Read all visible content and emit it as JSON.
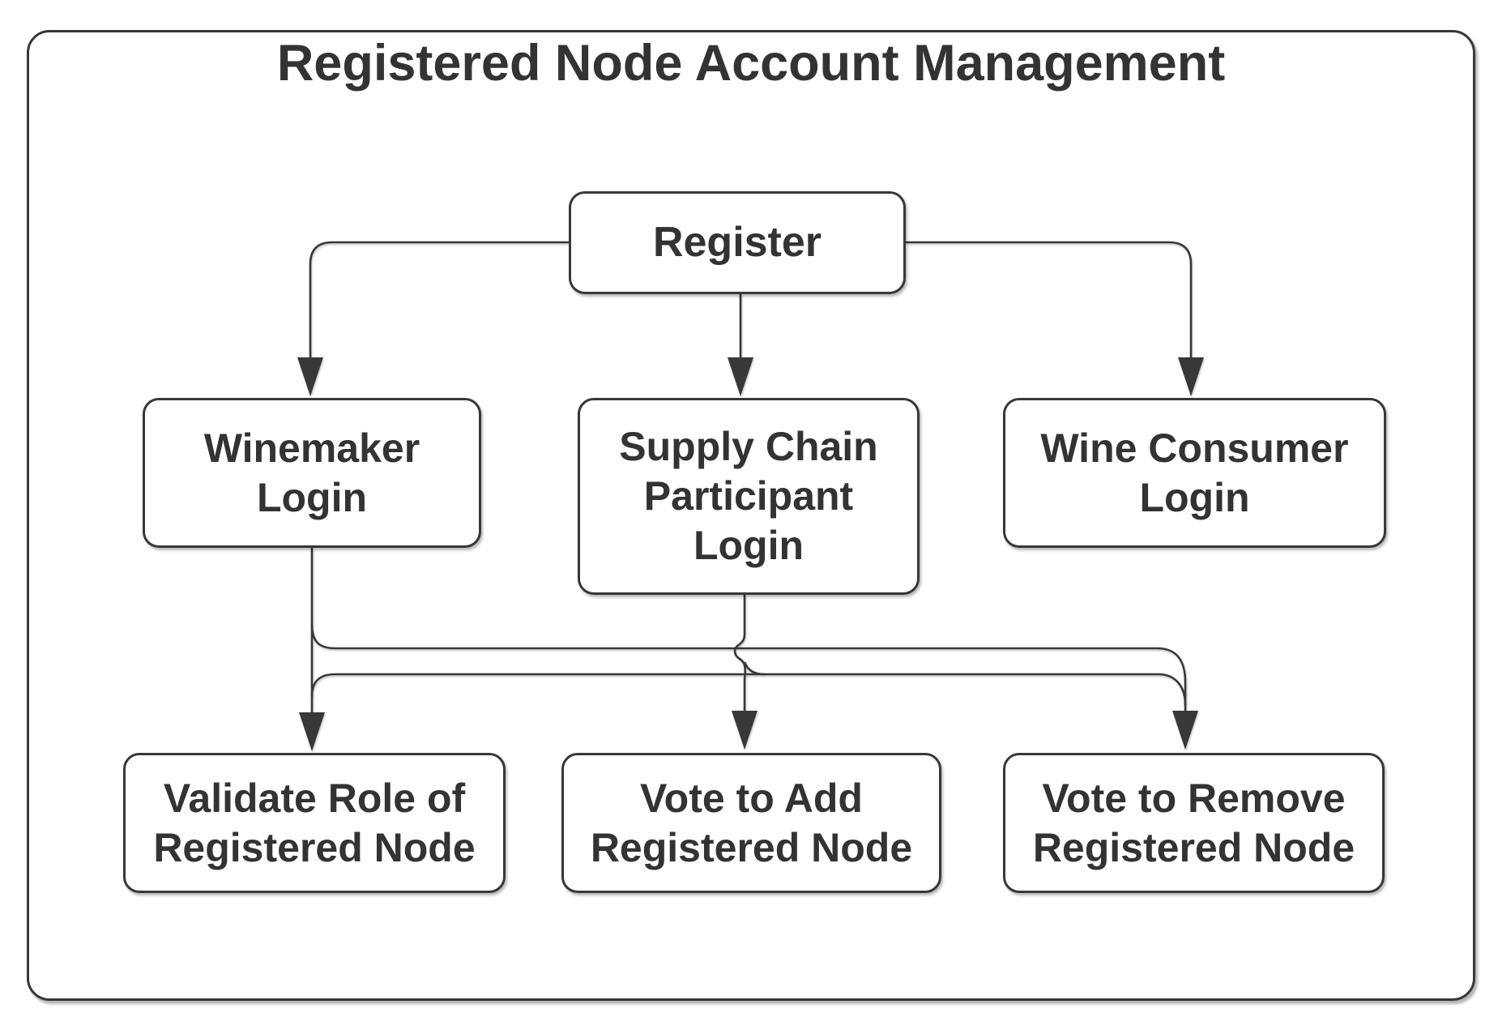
{
  "diagram": {
    "title": "Registered Node Account Management",
    "nodes": {
      "register": {
        "label": "Register"
      },
      "winemaker_login": {
        "label": "Winemaker\nLogin"
      },
      "supply_chain_login": {
        "label": "Supply Chain\nParticipant\nLogin"
      },
      "wine_consumer_login": {
        "label": "Wine Consumer\nLogin"
      },
      "validate_role": {
        "label": "Validate Role of\nRegistered Node"
      },
      "vote_add": {
        "label": "Vote to Add\nRegistered Node"
      },
      "vote_remove": {
        "label": "Vote to Remove\nRegistered Node"
      }
    },
    "edges": [
      {
        "from": "Register",
        "to": "Winemaker Login"
      },
      {
        "from": "Register",
        "to": "Supply Chain Participant Login"
      },
      {
        "from": "Register",
        "to": "Wine Consumer Login"
      },
      {
        "from": "Winemaker Login",
        "to": "Validate Role of Registered Node"
      },
      {
        "from": "Winemaker Login",
        "to": "Vote to Add Registered Node"
      },
      {
        "from": "Winemaker Login",
        "to": "Vote to Remove Registered Node"
      },
      {
        "from": "Supply Chain Participant Login",
        "to": "Validate Role of Registered Node"
      },
      {
        "from": "Supply Chain Participant Login",
        "to": "Vote to Add Registered Node"
      },
      {
        "from": "Supply Chain Participant Login",
        "to": "Vote to Remove Registered Node"
      }
    ],
    "colors": {
      "stroke": "#383838",
      "text": "#333333",
      "fill": "#ffffff",
      "background": "#ffffff"
    }
  }
}
